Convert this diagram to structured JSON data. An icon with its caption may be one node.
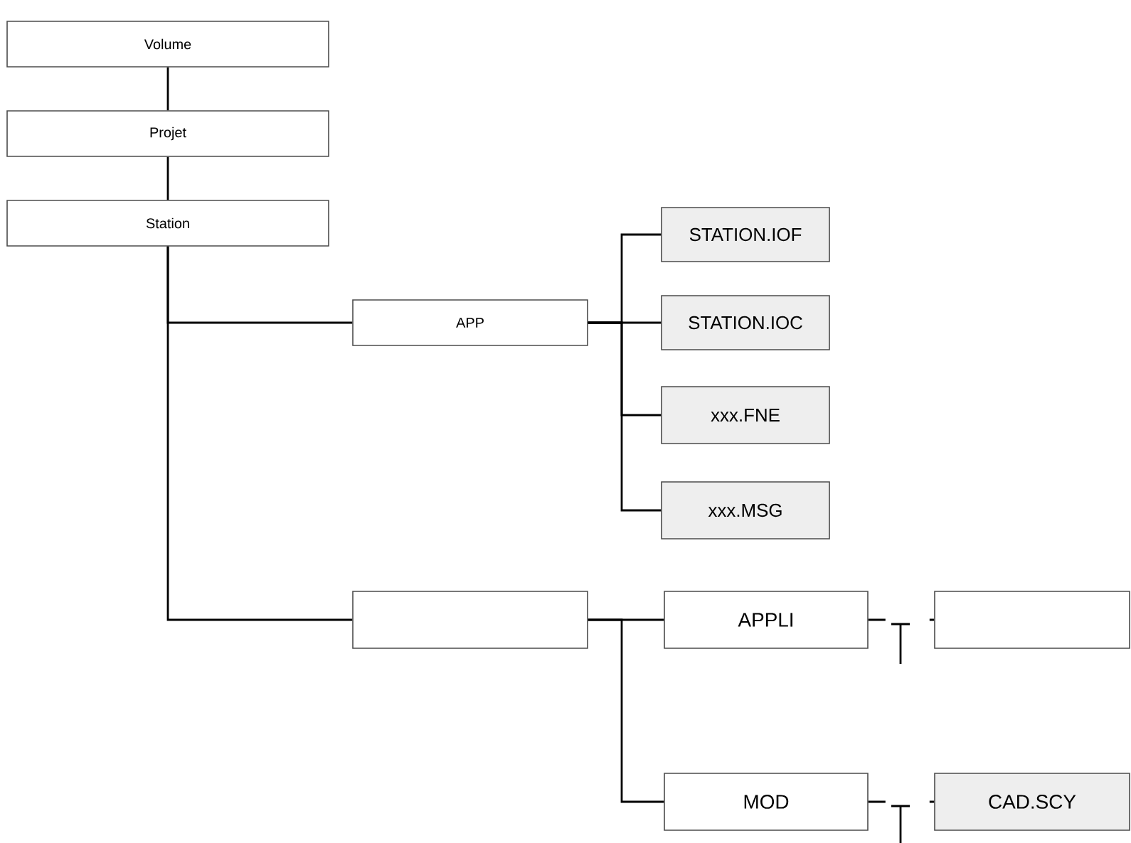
{
  "diagram": {
    "nodes": [
      {
        "text": [
          "Volume"
        ]
      },
      {
        "text": [
          "Projet"
        ]
      },
      {
        "text": [
          "Station"
        ]
      },
      {
        "text": [
          "APP"
        ]
      },
      {
        "text": [
          "STATION.IOF"
        ]
      },
      {
        "text": [
          "STATION.IOC"
        ]
      },
      {
        "text": [
          "xxx.FNE"
        ]
      },
      {
        "text": [
          "xxx.MSG"
        ]
      },
      {
        "text": [],
        "shape": "box"
      },
      {
        "text": [
          "APPLI"
        ]
      },
      {
        "text": [],
        "shape": "box"
      },
      {
        "text": [
          "MOD"
        ]
      },
      {
        "text": [
          "CAD.SCY"
        ]
      }
    ],
    "edges": [
      {
        "from": 0,
        "to": 1,
        "arrow": "none"
      },
      {
        "from": 1,
        "to": 2,
        "arrow": "none"
      },
      {
        "from": 2,
        "to": 3,
        "arrow": "none"
      },
      {
        "from": 2,
        "to": 8,
        "arrow": "none"
      },
      {
        "from": 3,
        "to": 4,
        "arrow": "none"
      },
      {
        "from": 3,
        "to": 5,
        "arrow": "none"
      },
      {
        "from": 3,
        "to": 6,
        "arrow": "none"
      },
      {
        "from": 3,
        "to": 7,
        "arrow": "none"
      },
      {
        "from": 8,
        "to": 9,
        "arrow": "none"
      },
      {
        "from": 8,
        "to": 11,
        "arrow": "none"
      },
      {
        "from": 9,
        "to": 10,
        "arrow": "none",
        "style": "dashed"
      },
      {
        "from": 11,
        "to": 12,
        "arrow": "none",
        "style": "dashed"
      }
    ]
  }
}
